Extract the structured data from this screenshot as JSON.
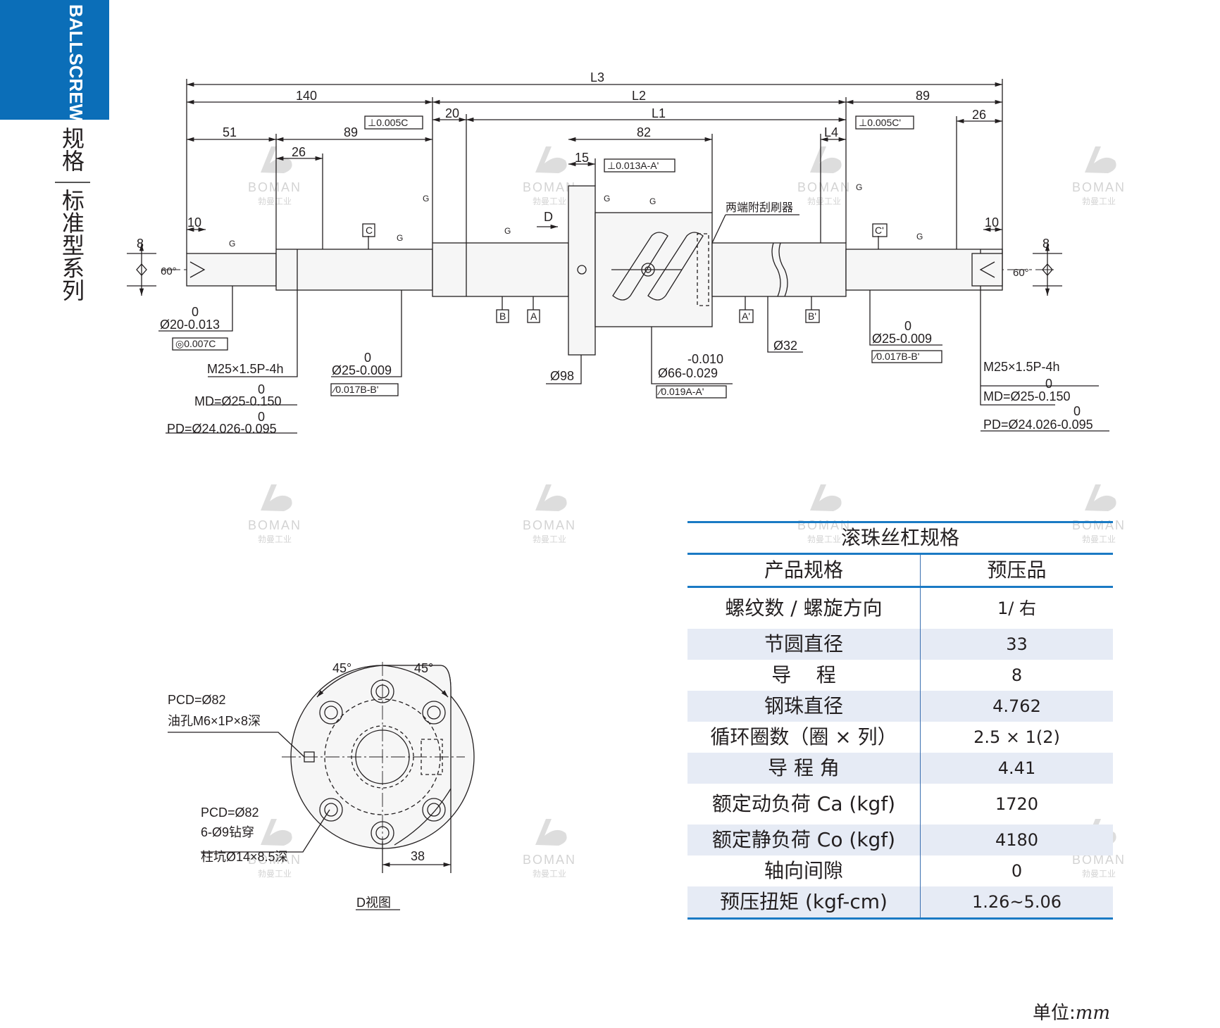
{
  "sidebar": {
    "code": "BALLSCREWS",
    "title_top": "规格",
    "title_bottom": "标准型系列"
  },
  "watermark": {
    "brand": "BOMAN",
    "sub": "勃曼工业"
  },
  "drawing": {
    "dims_top": {
      "L3": "L3",
      "L2": "L2",
      "L1": "L1",
      "L4": "L4",
      "d140": "140",
      "d89a": "89",
      "d51": "51",
      "d89b": "89",
      "d26a": "26",
      "d20": "20",
      "d82": "82",
      "d15": "15",
      "d26b": "26",
      "d10a": "10",
      "d10b": "10",
      "d8a": "8",
      "d8b": "8",
      "ang_a": "60°",
      "ang_b": "60°"
    },
    "gtol": {
      "t1": "⊥0.005C",
      "t2": "⊥0.013A-A'",
      "t3": "⊥0.005C'",
      "t4": "◎0.007C",
      "t5": "⁄0.017B-B'",
      "t6": "⁄0.019A-A'",
      "t7": "⁄0.017B-B'"
    },
    "datums": {
      "C": "C",
      "Cp": "C'",
      "A": "A",
      "Ap": "A'",
      "B": "B",
      "Bp": "B'",
      "D": "D"
    },
    "g": "G",
    "wiper_note": "两端附刮刷器",
    "left_end": {
      "tol0": "0",
      "dia": "Ø20-0.013",
      "thread": "M25×1.5P-4h",
      "md0": "0",
      "md": "MD=Ø25-0.150",
      "pd0": "0",
      "pd": "PD=Ø24.026-0.095"
    },
    "bearing_left": {
      "tol0": "0",
      "dia": "Ø25-0.009"
    },
    "flange": {
      "dia": "Ø98"
    },
    "nut": {
      "tol_up": "-0.010",
      "dia": "Ø66-0.029"
    },
    "shaft": {
      "dia": "Ø32"
    },
    "bearing_right": {
      "tol0": "0",
      "dia": "Ø25-0.009"
    },
    "right_end": {
      "thread": "M25×1.5P-4h",
      "md0": "0",
      "md": "MD=Ø25-0.150",
      "pd0": "0",
      "pd": "PD=Ø24.026-0.095"
    },
    "dview": {
      "a1": "45°",
      "a2": "45°",
      "pcd1": "PCD=Ø82",
      "oil": "油孔M6×1P×8深",
      "pcd2": "PCD=Ø82",
      "holes": "6-Ø9钻穿",
      "cbore": "柱坑Ø14×8.5深",
      "d38": "38",
      "caption": "D视图"
    }
  },
  "spec": {
    "title": "滚珠丝杠规格",
    "header": {
      "k": "产品规格",
      "v": "预压品"
    },
    "rows": [
      {
        "k": "螺纹数 / 螺旋方向",
        "v": "1/ 右"
      },
      {
        "k": "节圆直径",
        "v": "33"
      },
      {
        "k": "导    程",
        "v": "8"
      },
      {
        "k": "钢珠直径",
        "v": "4.762"
      },
      {
        "k": "循环圈数（圈 × 列）",
        "v": "2.5 × 1(2)"
      },
      {
        "k": "导 程 角",
        "v": "4.41"
      },
      {
        "k": "额定动负荷 Ca (kgf)",
        "v": "1720"
      },
      {
        "k": "额定静负荷 Co (kgf)",
        "v": "4180"
      },
      {
        "k": "轴向间隙",
        "v": "0"
      },
      {
        "k": "预压扭矩 (kgf-cm)",
        "v": "1.26~5.06"
      }
    ]
  },
  "unit": {
    "label": "单位:",
    "mm": "mm"
  },
  "colors": {
    "accent": "#0b6eb8",
    "table_line": "#1a7ac4",
    "row_alt": "#e6ebf5"
  }
}
